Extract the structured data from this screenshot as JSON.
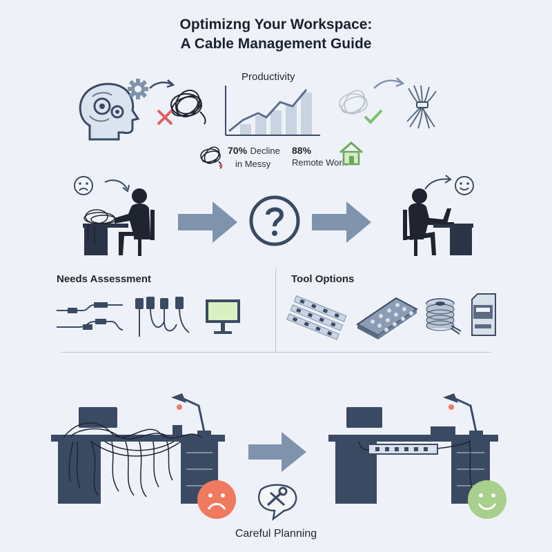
{
  "title": {
    "line1": "Optimizng Your Workspace:",
    "line2": "A Cable Management Guide"
  },
  "productivity": {
    "label": "Productivity"
  },
  "stats": {
    "messy": {
      "value": "70%",
      "text1": "Decline",
      "text2": "in Messy"
    },
    "remote": {
      "value": "88%",
      "text": "Remote Work"
    }
  },
  "sections": {
    "needs": "Needs Assessment",
    "tools": "Tool Options"
  },
  "bottom": {
    "caption": "Careful Planning"
  },
  "colors": {
    "background": "#eef2f8",
    "navy": "#3b4a63",
    "arrow": "#7f93ad",
    "sad": "#ef7a5f",
    "happy": "#a9cf8c",
    "check": "#7cc16a",
    "cross": "#e06060"
  }
}
